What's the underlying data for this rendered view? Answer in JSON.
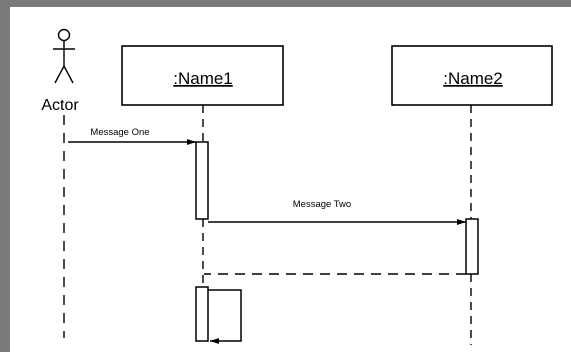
{
  "diagram": {
    "actor_label": "Actor",
    "lifeline_1_label": ":Name1",
    "lifeline_2_label": ":Name2",
    "message_1_label": "Message One",
    "message_2_label": "Message Two",
    "line_color": "#000000",
    "frame_color": "#7a7a7a"
  }
}
